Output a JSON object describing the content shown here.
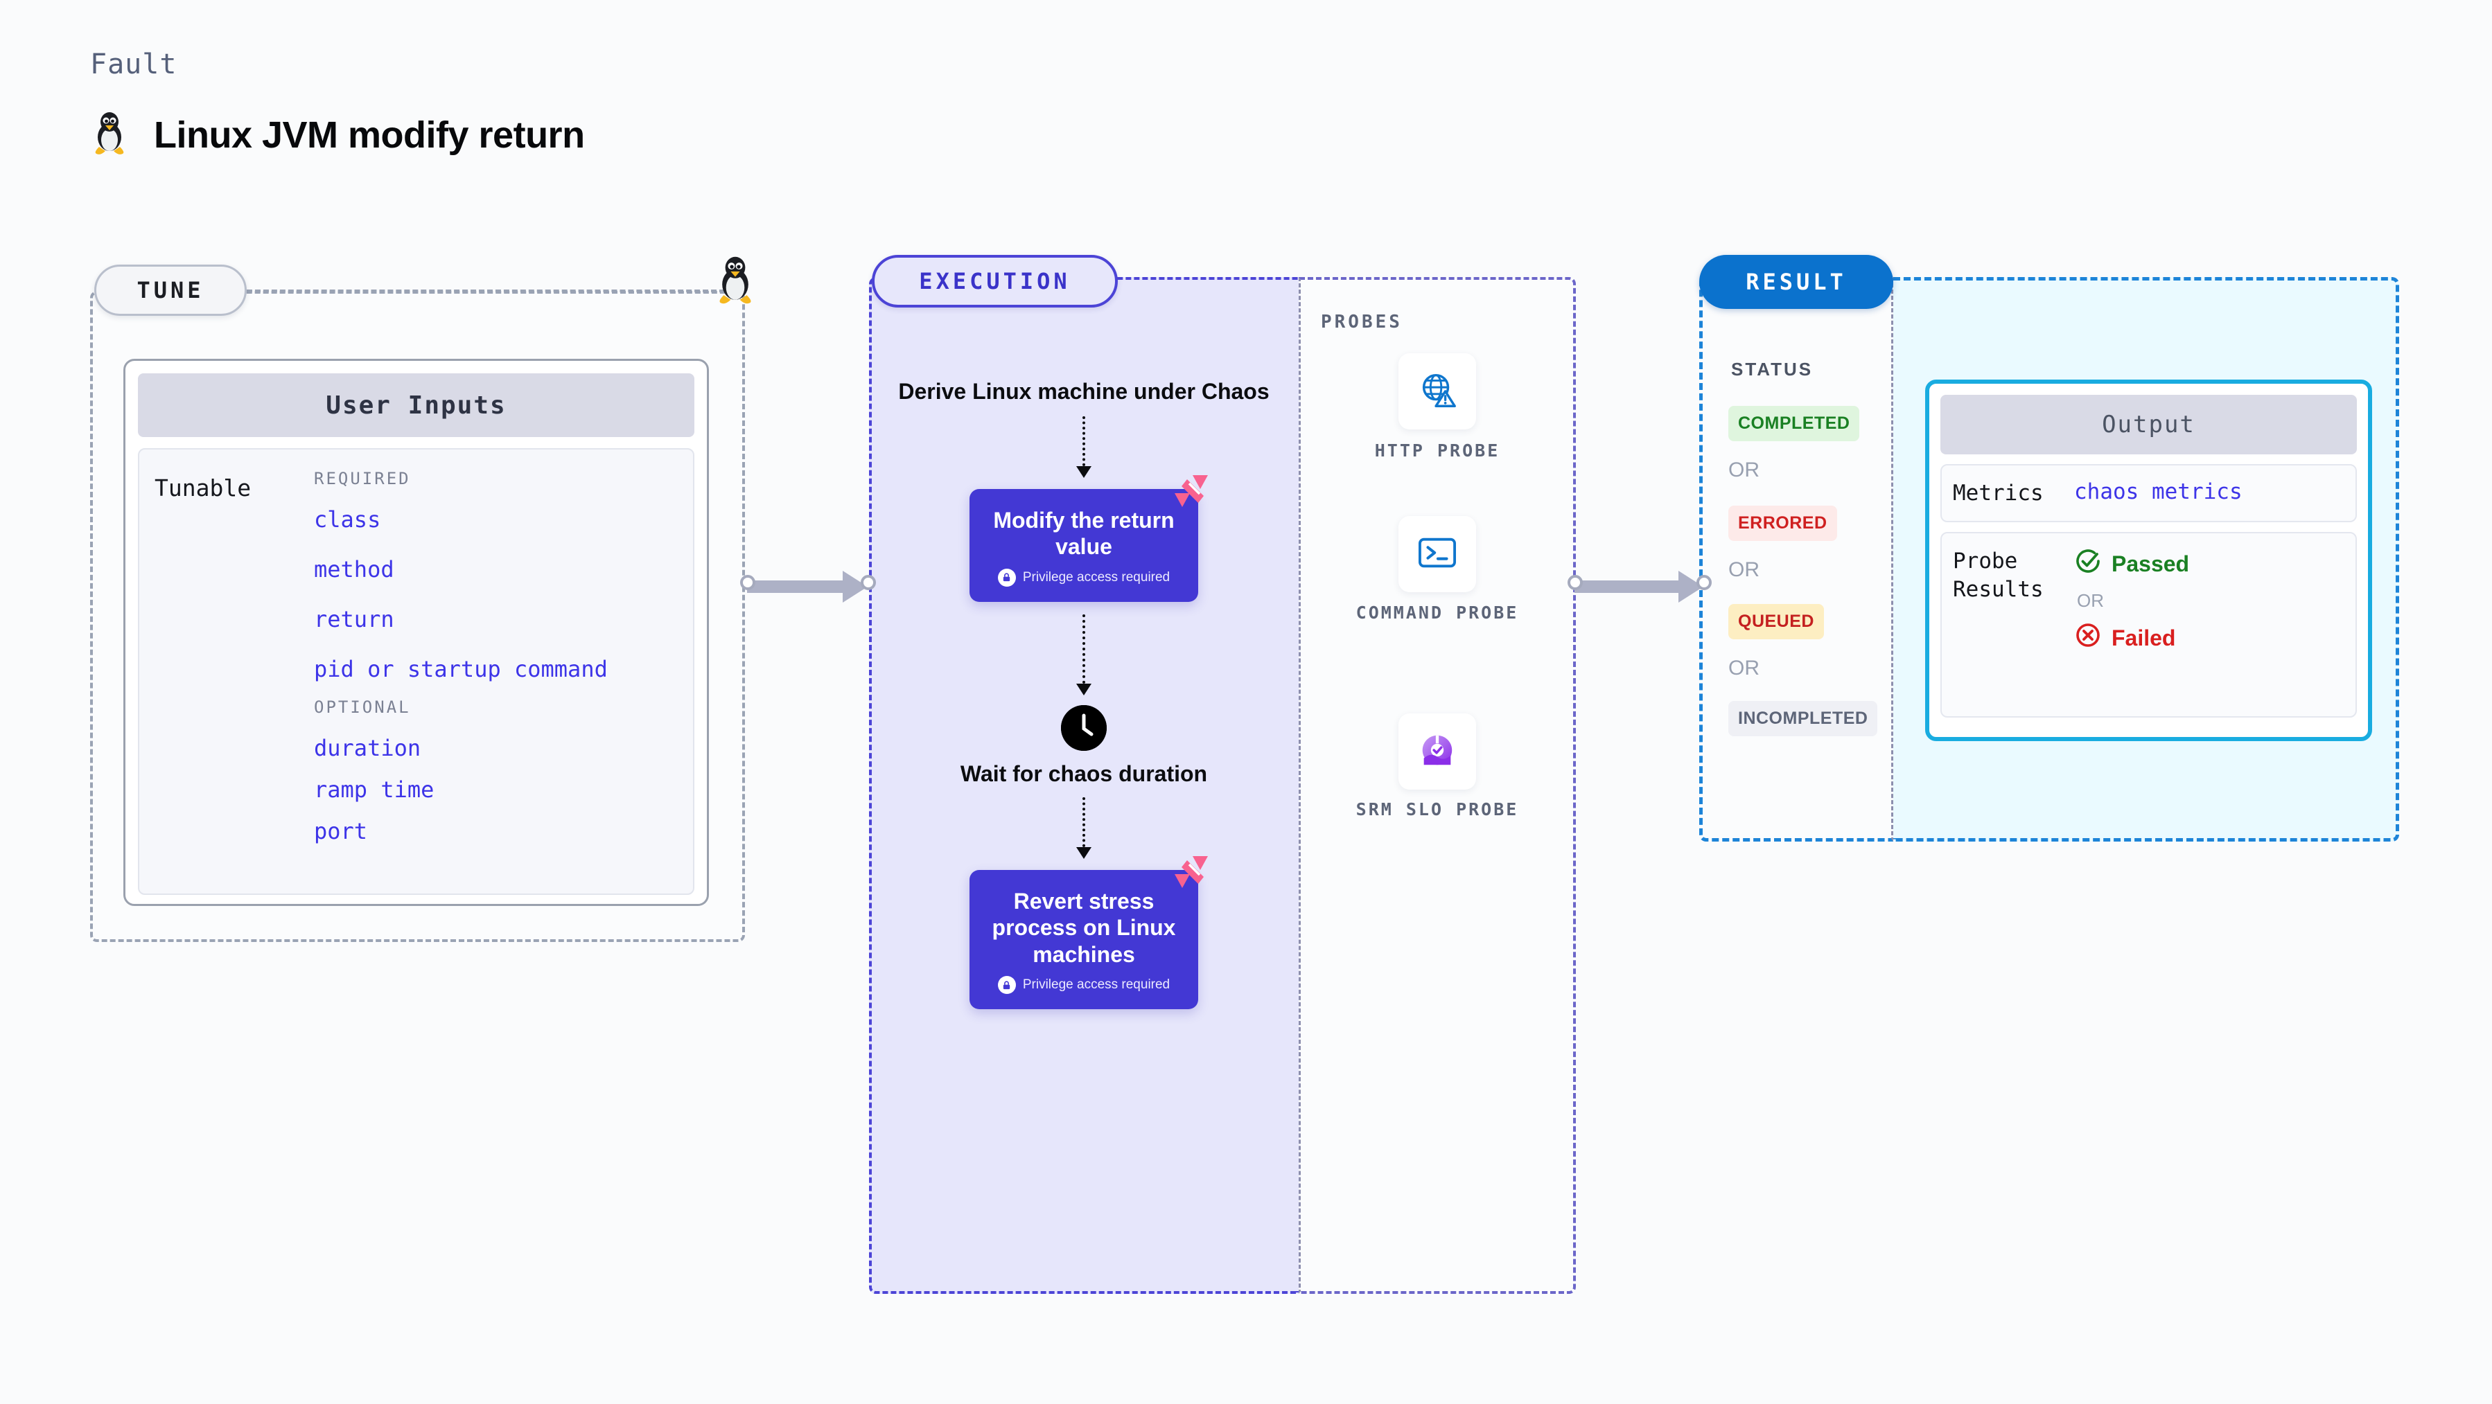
{
  "header": {
    "kicker": "Fault",
    "title": "Linux JVM modify return",
    "os_icon": "linux-penguin-icon"
  },
  "stages": {
    "tune": {
      "pill_label": "TUNE",
      "card": {
        "title": "User Inputs",
        "row_label": "Tunable",
        "groups": [
          {
            "heading": "REQUIRED",
            "items": [
              "class",
              "method",
              "return",
              "pid or startup command"
            ]
          },
          {
            "heading": "OPTIONAL",
            "items": [
              "duration",
              "ramp time",
              "port"
            ]
          }
        ]
      }
    },
    "execution": {
      "pill_label": "EXECUTION",
      "steps": [
        {
          "kind": "text",
          "label": "Derive Linux machine under Chaos"
        },
        {
          "kind": "node",
          "label": "Modify the return value",
          "sub": "Privilege access required",
          "icon": "lock-icon",
          "mark": "harness-logo-icon"
        },
        {
          "kind": "clock",
          "label": "Wait for chaos duration",
          "icon": "clock-icon"
        },
        {
          "kind": "node",
          "label": "Revert stress process on Linux machines",
          "sub": "Privilege access required",
          "icon": "lock-icon",
          "mark": "harness-logo-icon"
        }
      ]
    },
    "probes": {
      "heading": "PROBES",
      "items": [
        {
          "label": "HTTP PROBE",
          "icon": "globe-warning-icon"
        },
        {
          "label": "COMMAND PROBE",
          "icon": "terminal-icon"
        },
        {
          "label": "SRM SLO PROBE",
          "icon": "srm-slo-icon"
        }
      ]
    },
    "result": {
      "pill_label": "RESULT",
      "status_heading": "STATUS",
      "or_label": "OR",
      "statuses": [
        {
          "label": "COMPLETED",
          "fg": "#1a8023",
          "bg": "#dff5de"
        },
        {
          "label": "ERRORED",
          "fg": "#cf2020",
          "bg": "#fdeae9"
        },
        {
          "label": "QUEUED",
          "fg": "#c42020",
          "bg": "#fdeec2"
        },
        {
          "label": "INCOMPLETED",
          "fg": "#5d6578",
          "bg": "#eff0f5"
        }
      ],
      "output": {
        "title": "Output",
        "metrics_key": "Metrics",
        "metrics_value": "chaos metrics",
        "probe_key": "Probe Results",
        "passed_label": "Passed",
        "failed_label": "Failed",
        "or_label": "OR"
      }
    }
  },
  "colors": {
    "page_bg": "#fafbfc",
    "tune_dash": "#9aa3b4",
    "exec_dash": "#4c44d6",
    "exec_fill": "#e6e6fb",
    "result_dash": "#1d84d8",
    "result_fill": "#eafaff",
    "node_purple": "#4338d4",
    "accent_pink": "#f8628f",
    "link_blue": "#3d34e8",
    "pass_green": "#1a8023",
    "fail_red": "#d91f1f",
    "output_border": "#19ace0"
  }
}
